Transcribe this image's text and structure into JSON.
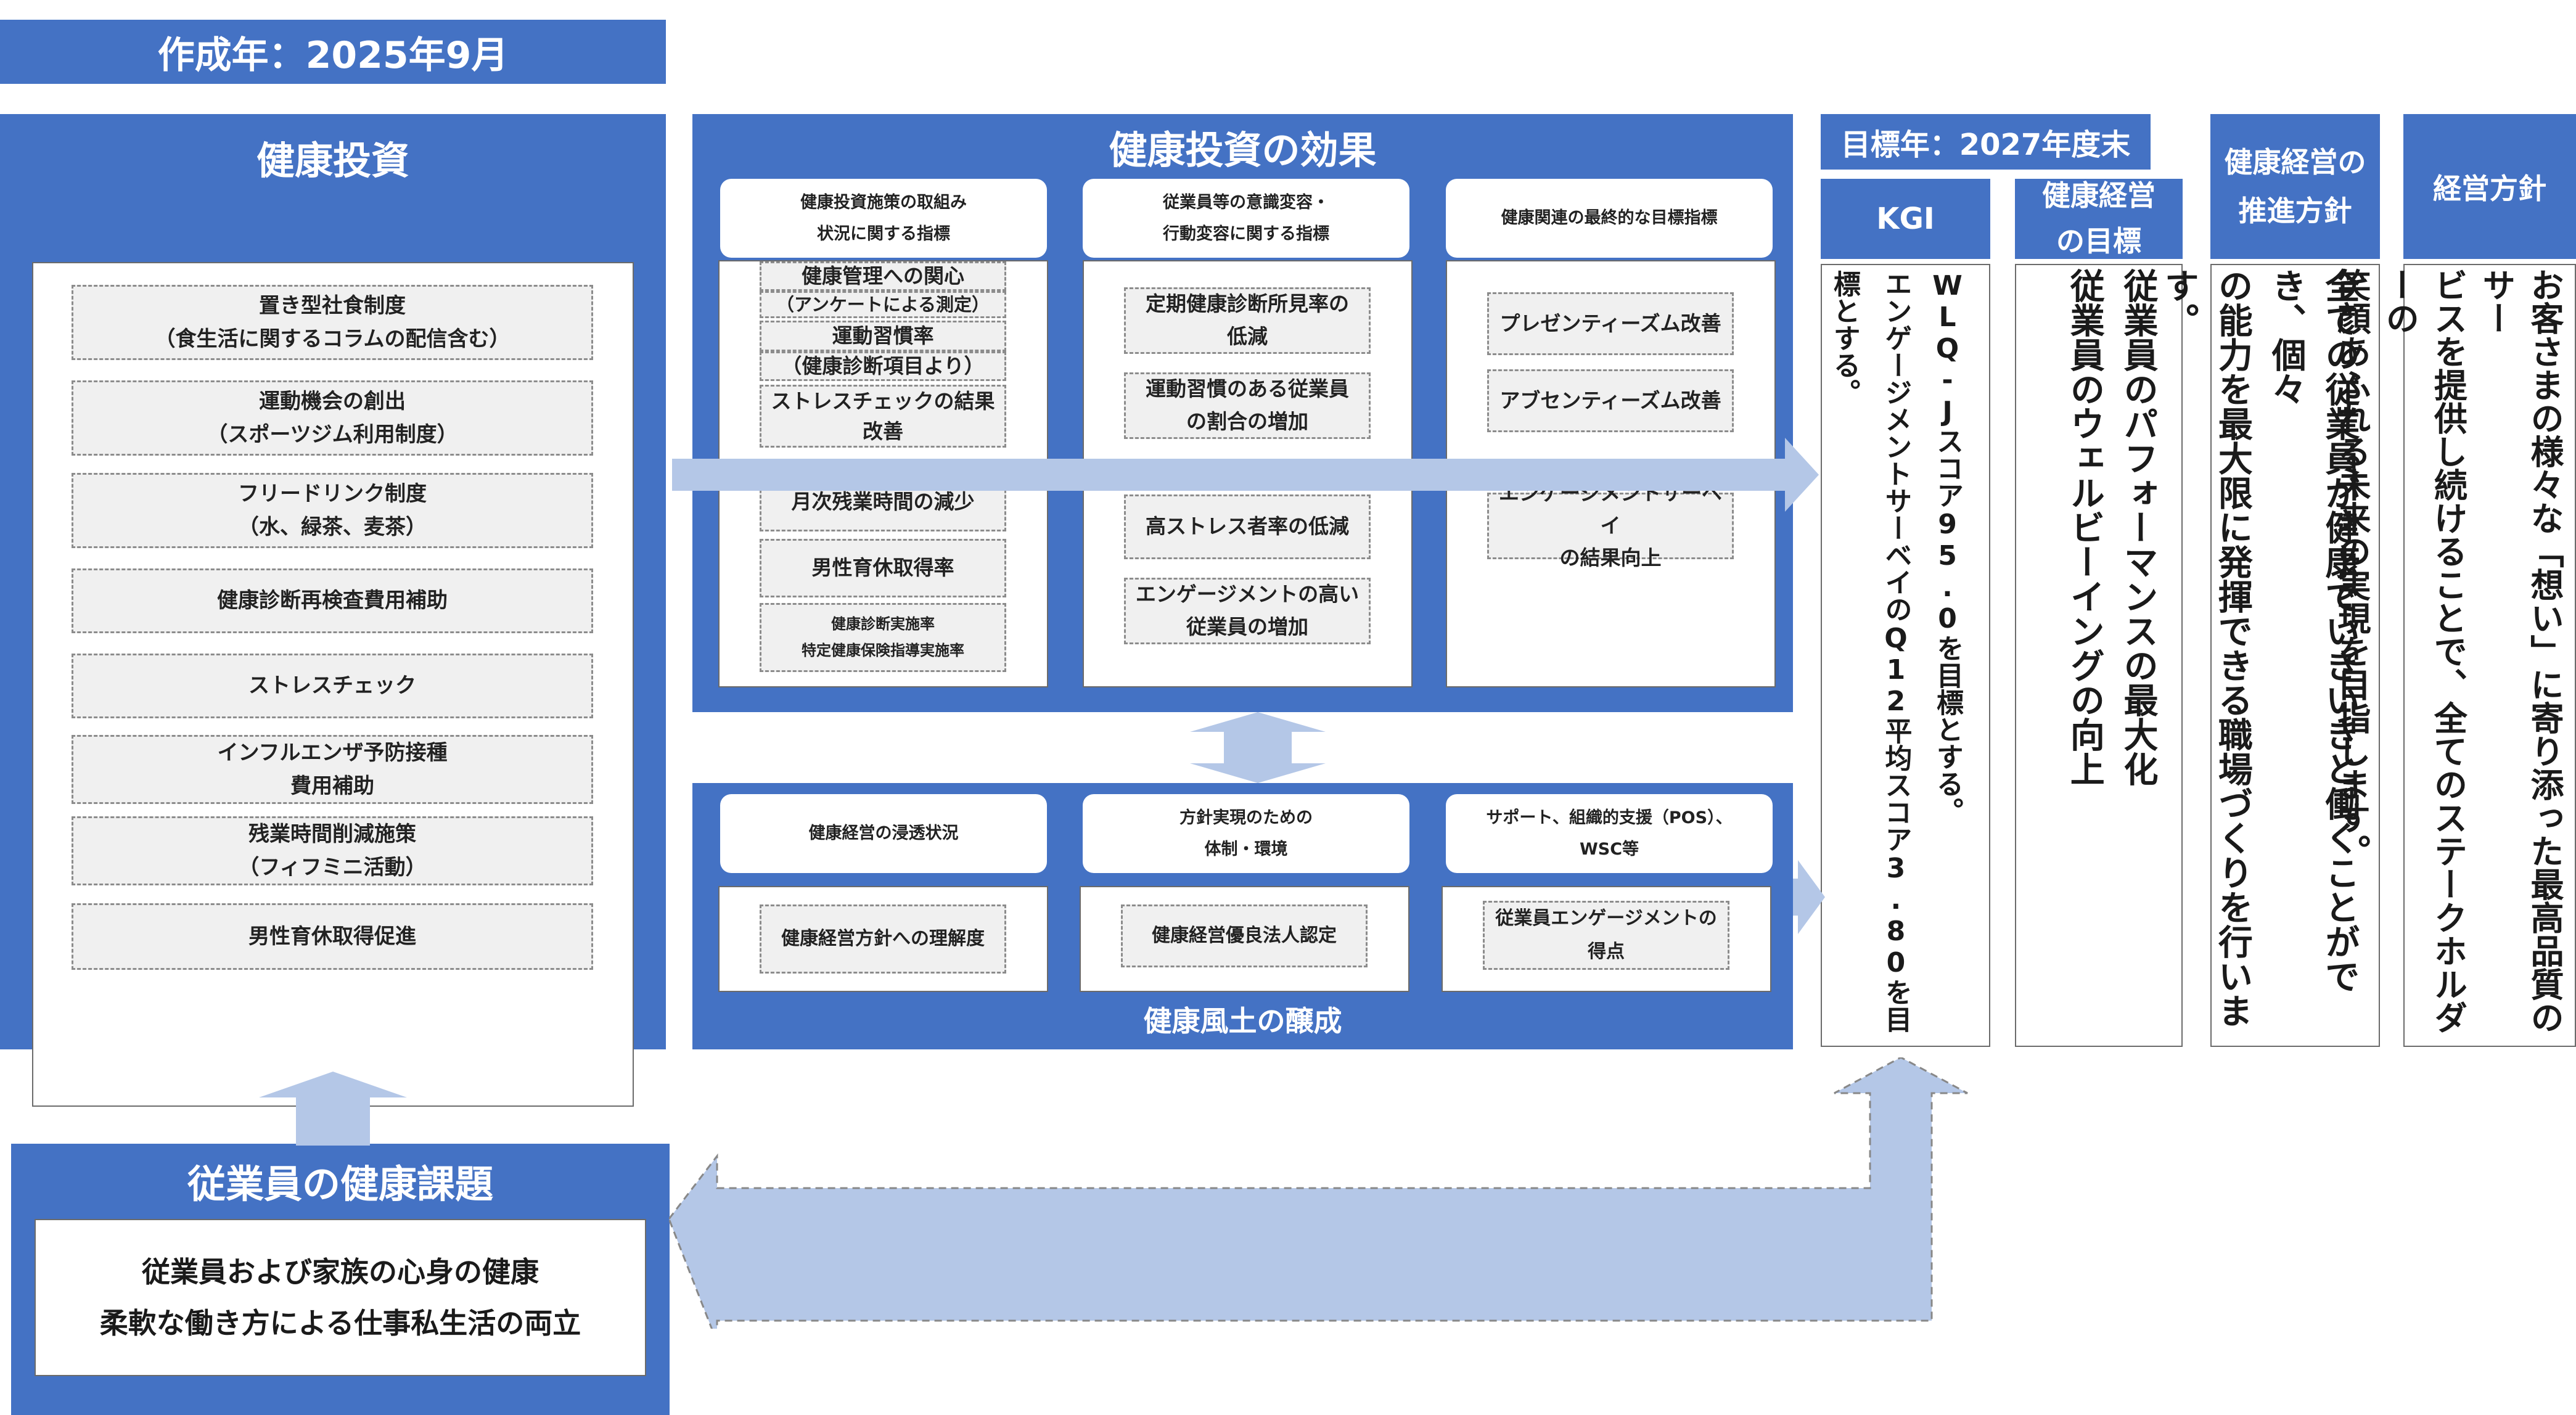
{
  "created": "作成年：2025年9月",
  "investment": {
    "title": "健康投資",
    "items": [
      "置き型社食制度\n（食生活に関するコラムの配信含む）",
      "運動機会の創出\n（スポーツジム利用制度）",
      "フリードリンク制度\n（水、緑茶、麦茶）",
      "健康診断再検査費用補助",
      "ストレスチェック",
      "インフルエンザ予防接種\n費用補助",
      "残業時間削減施策\n（フィフミニ活動）",
      "男性育休取得促進"
    ]
  },
  "effects": {
    "title": "健康投資の効果",
    "col1": {
      "header": "健康投資施策の取組み\n状況に関する指標",
      "items": [
        "健康管理への関心",
        "（アンケートによる測定）",
        "運動習慣率",
        "（健康診断項目より）",
        "ストレスチェックの結果\n改善",
        "月次残業時間の減少",
        "男性育休取得率",
        "健康診断実施率\n特定健康保険指導実施率"
      ]
    },
    "col2": {
      "header": "従業員等の意識変容・\n行動変容に関する指標",
      "items": [
        "定期健康診断所見率の\n低減",
        "運動習慣のある従業員\nの割合の増加",
        "高ストレス者率の低減",
        "エンゲージメントの高い\n従業員の増加"
      ]
    },
    "col3": {
      "header": "健康関連の最終的な目標指標",
      "items": [
        "プレゼンティーズム改善",
        "アブセンティーズム改善",
        "エンゲージメントサーベイ\nの結果向上"
      ]
    }
  },
  "culture": {
    "title": "健康風土の醸成",
    "col1": {
      "header": "健康経営の浸透状況",
      "item": "健康経営方針への理解度"
    },
    "col2": {
      "header": "方針実現のための\n体制・環境",
      "item": "健康経営優良法人認定"
    },
    "col3": {
      "header": "サポート、組織的支援（POS）、\nWSC等",
      "item": "従業員エンゲージメントの\n得点"
    }
  },
  "issues": {
    "title": "従業員の健康課題",
    "line1": "従業員および家族の心身の健康",
    "line2": "柔軟な働き方による仕事私生活の両立"
  },
  "target_year": "目標年：2027年度末",
  "kgi": {
    "label": "KGI",
    "text": "WLQ-Jスコア95.0を目標とする。\nエンゲージメントサーベイのQ12平均スコア3.80を目標とする。"
  },
  "wellness_goal": {
    "label": "健康経営\nの目標",
    "text": "従業員のパフォーマンスの最大化\n従業員のウェルビーイングの向上"
  },
  "promotion_policy": {
    "label": "健康経営の\n推進方針",
    "text": "全ての従業員が健康でいきいきと働くことができ、個々\nの能力を最大限に発揮できる職場づくりを行います。"
  },
  "management_policy": {
    "label": "経営方針",
    "text": "お客さまの様々な「想い」に寄り添った最高品質のサー\nビスを提供し続けることで、全てのステークホルダーの\n笑顔あふれる未来の実現を目指します。"
  },
  "colors": {
    "blue": "#4472c4",
    "arrow": "#b4c7e7",
    "dash": "#8c8c8c"
  }
}
